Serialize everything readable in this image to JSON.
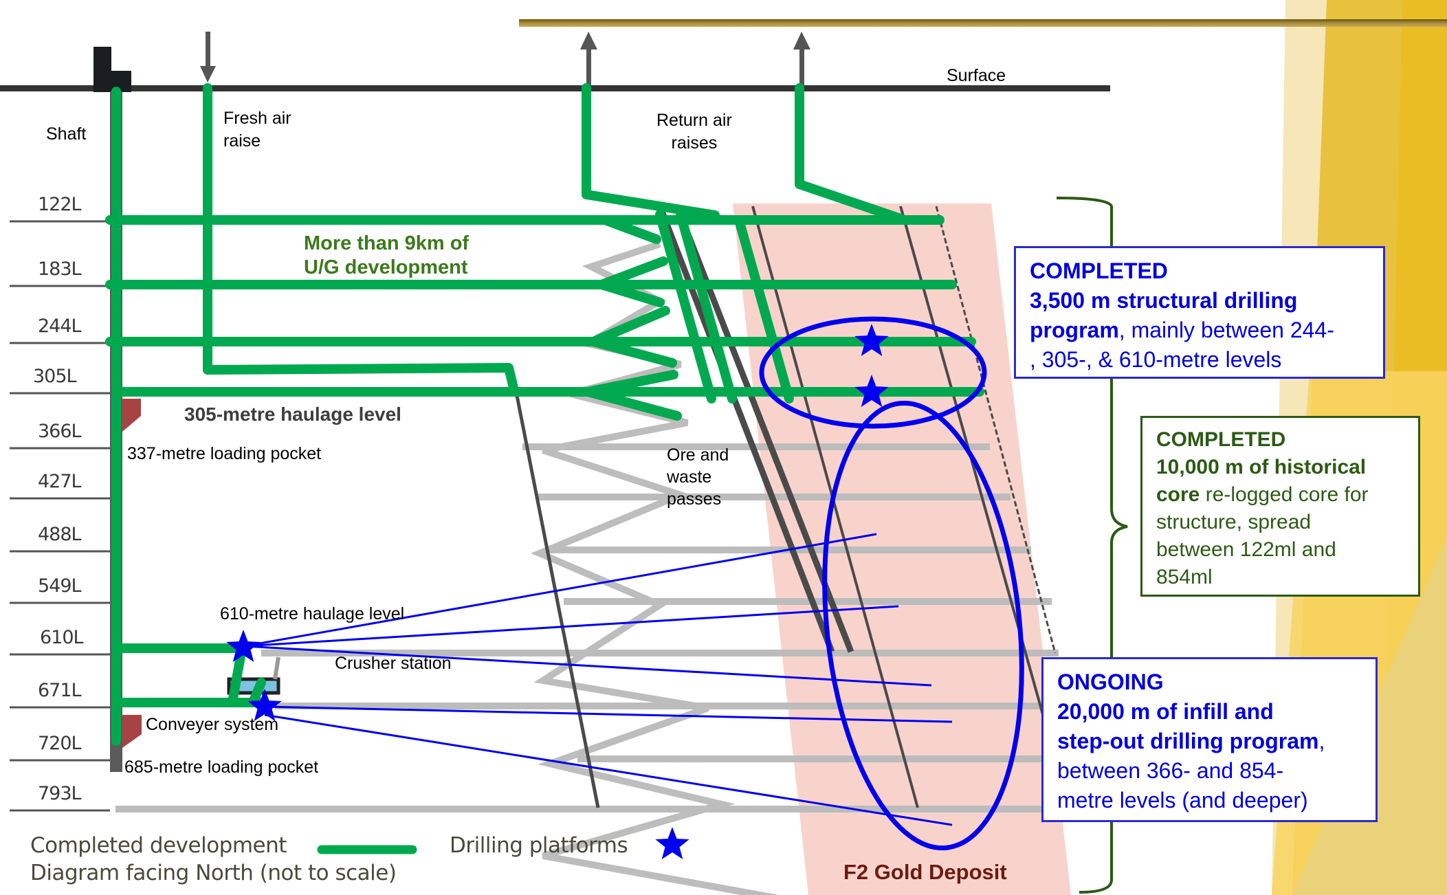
{
  "colors": {
    "development_green": "#00a94f",
    "drilling_blue": "#0000ee",
    "deposit_pink": "#f8d3cc",
    "gold_accent": "#e8bd2a",
    "dark_green_text": "#2c5a14",
    "deposit_label": "#6b1a10",
    "surface_line": "#333333",
    "future_grey": "#b8b8b8"
  },
  "surface": {
    "label": "Surface"
  },
  "features": {
    "shaft": "Shaft",
    "fresh_air_raise_1": "Fresh air",
    "fresh_air_raise_2": "raise",
    "return_air_raises_1": "Return air",
    "return_air_raises_2": "raises",
    "ore_waste_passes_1": "Ore and",
    "ore_waste_passes_2": "waste",
    "ore_waste_passes_3": "passes",
    "development_note_1": "More than 9km of",
    "development_note_2": "U/G development",
    "haulage_305": "305-metre haulage level",
    "loading_pocket_337": "337-metre loading pocket",
    "haulage_610": "610-metre haulage level",
    "crusher_station": "Crusher station",
    "conveyer_system": "Conveyer system",
    "loading_pocket_685": "685-metre loading pocket",
    "deposit_name": "F2 Gold Deposit"
  },
  "levels": [
    "122L",
    "183L",
    "244L",
    "305L",
    "366L",
    "427L",
    "488L",
    "549L",
    "610L",
    "671L",
    "720L",
    "793L"
  ],
  "callouts": {
    "structural": {
      "status": "COMPLETED",
      "bold_1": "3,500 m structural drilling",
      "bold_2": "program",
      "rest_2": ", mainly between 244-",
      "rest_3": ", 305-, & 610-metre levels"
    },
    "historical": {
      "status": "COMPLETED",
      "bold_1": "10,000 m of historical",
      "bold_2": "core",
      "rest_2": " re-logged core for",
      "rest_3": "structure, spread",
      "rest_4": "between 122ml and",
      "rest_5": "854ml"
    },
    "infill": {
      "status": "ONGOING",
      "bold_1": "20,000 m of infill and",
      "bold_2": "step-out drilling program",
      "rest_2": ",",
      "rest_3": "between 366- and 854-",
      "rest_4": "metre levels (and deeper)"
    }
  },
  "legend": {
    "completed_development": "Completed development",
    "drilling_platforms": "Drilling platforms",
    "orientation_note": "Diagram facing North (not to scale)"
  }
}
